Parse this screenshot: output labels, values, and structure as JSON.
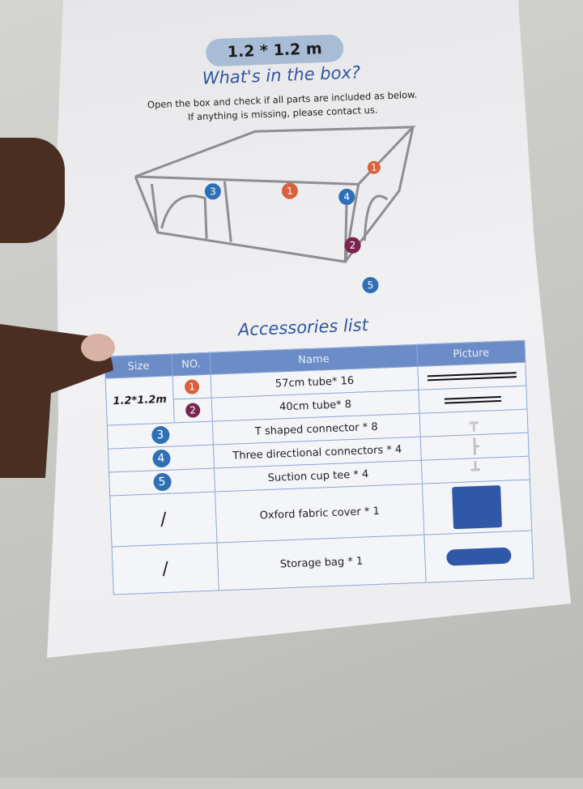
{
  "size_badge": "1.2 * 1.2 m",
  "title": "What's in the box?",
  "intro": [
    "Open the box and check if all parts are included as below.",
    "If anything is missing, please contact us."
  ],
  "accessories_title": "Accessories list",
  "table": {
    "headers": [
      "Size",
      "NO.",
      "Name",
      "Picture"
    ],
    "size_value": "1.2*1.2m",
    "rows": [
      {
        "no": "1",
        "name": "57cm tube* 16",
        "picture": "long-tube-icon"
      },
      {
        "no": "2",
        "name": "40cm tube* 8",
        "picture": "short-tube-icon"
      },
      {
        "no": "3",
        "name": "T shaped connector * 8",
        "picture": "t-connector-icon"
      },
      {
        "no": "4",
        "name": "Three directional connectors * 4",
        "picture": "three-way-connector-icon"
      },
      {
        "no": "5",
        "name": "Suction cup tee * 4",
        "picture": "suction-tee-icon"
      },
      {
        "no": "/",
        "name": "Oxford fabric cover * 1",
        "picture": "fabric-cover-icon"
      },
      {
        "no": "/",
        "name": "Storage bag * 1",
        "picture": "storage-bag-icon"
      }
    ]
  },
  "diagram_labels": [
    "1",
    "1",
    "2",
    "3",
    "4",
    "5"
  ],
  "colors": {
    "n1": "#d9603a",
    "n2": "#7a2450",
    "n3": "#2f6fb6",
    "n4": "#2f6fb6",
    "n5": "#2f6fb6",
    "accent": "#2e56a0",
    "header": "#6b8cc6"
  }
}
